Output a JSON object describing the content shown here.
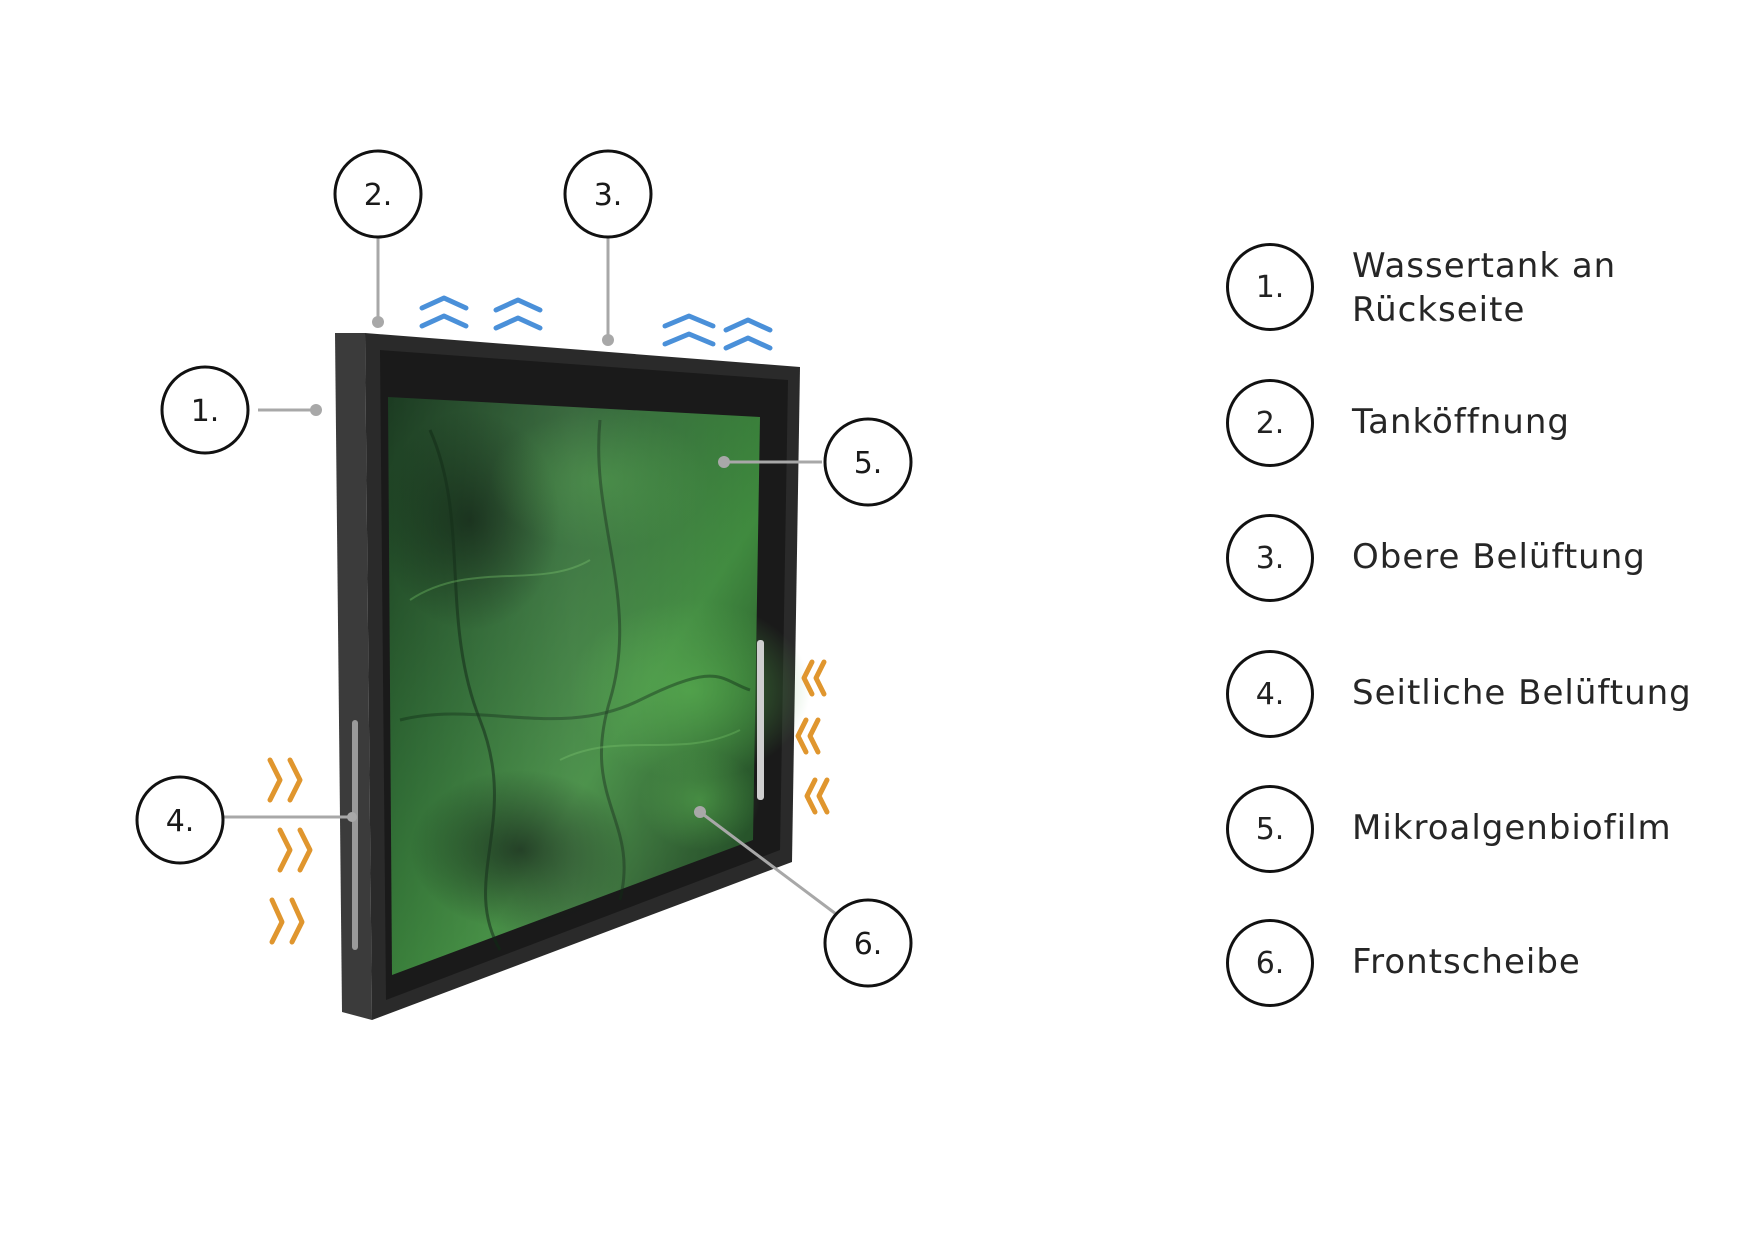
{
  "callouts": [
    {
      "number": "1."
    },
    {
      "number": "2."
    },
    {
      "number": "3."
    },
    {
      "number": "4."
    },
    {
      "number": "5."
    },
    {
      "number": "6."
    }
  ],
  "legend": [
    {
      "number": "1.",
      "label": "Wassertank an Rückseite"
    },
    {
      "number": "2.",
      "label": "Tanköffnung"
    },
    {
      "number": "3.",
      "label": "Obere Belüftung"
    },
    {
      "number": "4.",
      "label": "Seitliche Belüftung"
    },
    {
      "number": "5.",
      "label": "Mikroalgenbiofilm"
    },
    {
      "number": "6.",
      "label": "Frontscheibe"
    }
  ],
  "colors": {
    "frame": "#2a2a2a",
    "biofilm": "#1f5a2a",
    "airflow_top": "#4a90d9",
    "airflow_side": "#e0962e",
    "leader_line": "#a8a8a8"
  },
  "icons": {
    "top_airflow": "chevron-up-icon",
    "side_airflow_right": "chevron-right-icon",
    "side_airflow_left": "chevron-left-icon"
  }
}
